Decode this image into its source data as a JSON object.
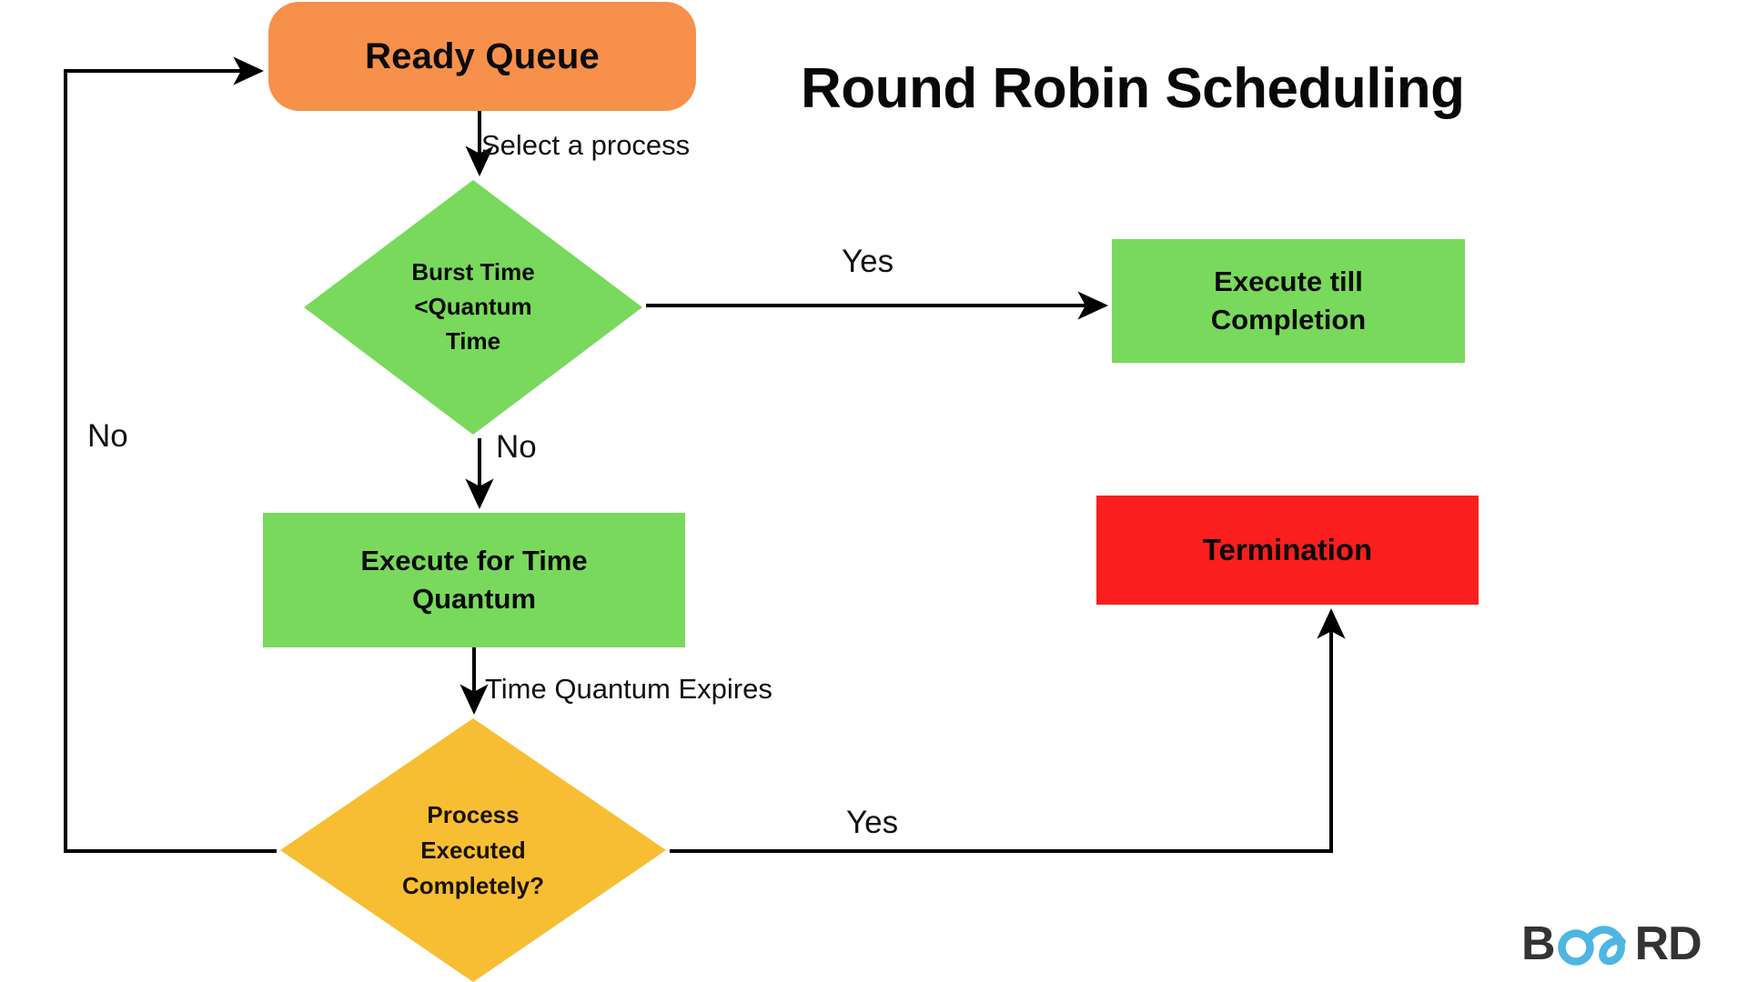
{
  "title": "Round Robin Scheduling",
  "background": "#FFFFFF",
  "colors": {
    "start_orange": "#F7904A",
    "process_green": "#79D95C",
    "decision_green": "#79D95C",
    "decision_amber": "#F8BE33",
    "terminate_red": "#FA1E1E",
    "text_dark": "#0A0A0A",
    "edge_stroke": "#000000",
    "logo_dark": "#333333",
    "logo_blue": "#4DB6E2"
  },
  "nodes": [
    {
      "id": "ready-queue",
      "label": "Ready Queue",
      "shape": "rounded-rectangle",
      "role": "start"
    },
    {
      "id": "burst-check",
      "label": "Burst Time <Quantum Time",
      "lines": [
        "Burst Time",
        "<Quantum",
        "Time"
      ],
      "shape": "diamond",
      "role": "decision"
    },
    {
      "id": "execute-completion",
      "label": "Execute till Completion",
      "lines": [
        "Execute till",
        "Completion"
      ],
      "shape": "rectangle",
      "role": "process"
    },
    {
      "id": "execute-quantum",
      "label": "Execute for Time Quantum",
      "lines": [
        "Execute for Time",
        "Quantum"
      ],
      "shape": "rectangle",
      "role": "process"
    },
    {
      "id": "process-done",
      "label": "Process Executed Completely?",
      "lines": [
        "Process",
        "Executed",
        "Completely?"
      ],
      "shape": "diamond",
      "role": "decision"
    },
    {
      "id": "termination",
      "label": "Termination",
      "shape": "rectangle",
      "role": "terminal"
    }
  ],
  "edges": [
    {
      "id": "e1",
      "from": "ready-queue",
      "to": "burst-check",
      "label": "Select a process"
    },
    {
      "id": "e2",
      "from": "burst-check",
      "to": "execute-completion",
      "label": "Yes"
    },
    {
      "id": "e3",
      "from": "burst-check",
      "to": "execute-quantum",
      "label": "No"
    },
    {
      "id": "e4",
      "from": "execute-quantum",
      "to": "process-done",
      "label": "Time Quantum Expires"
    },
    {
      "id": "e5",
      "from": "process-done",
      "to": "termination",
      "label": "Yes"
    },
    {
      "id": "e6",
      "from": "process-done",
      "to": "ready-queue",
      "label": "No"
    }
  ],
  "edge_labels": {
    "select_process": "Select a process",
    "yes_top": "Yes",
    "no_mid": "No",
    "no_left": "No",
    "time_quantum_expires": "Time Quantum Expires",
    "yes_bottom": "Yes"
  },
  "logo": {
    "name": "board-logo",
    "text": "BOARD",
    "prefix": "B",
    "suffix": "RD",
    "mark": "infinity-oa-mark"
  }
}
